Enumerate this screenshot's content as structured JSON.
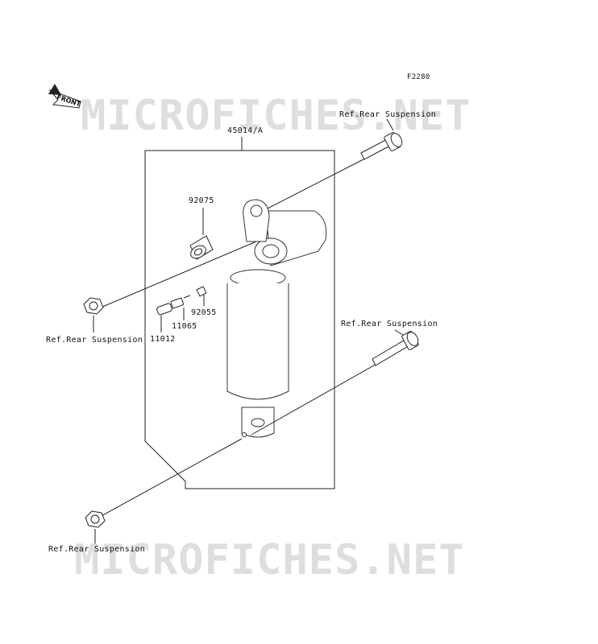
{
  "figure_code": "F2280",
  "front_label": "FRONT",
  "watermark": "MICROFICHES.NET",
  "assembly_label": "45014/A",
  "parts": {
    "collar": "92075",
    "valve_cap": "92055",
    "nut": "11065",
    "valve": "11012"
  },
  "refs": {
    "upper_bolt": "Ref.Rear Suspension",
    "upper_nut": "Ref.Rear Suspension",
    "lower_bolt": "Ref.Rear Suspension",
    "lower_nut": "Ref.Rear Suspension"
  }
}
